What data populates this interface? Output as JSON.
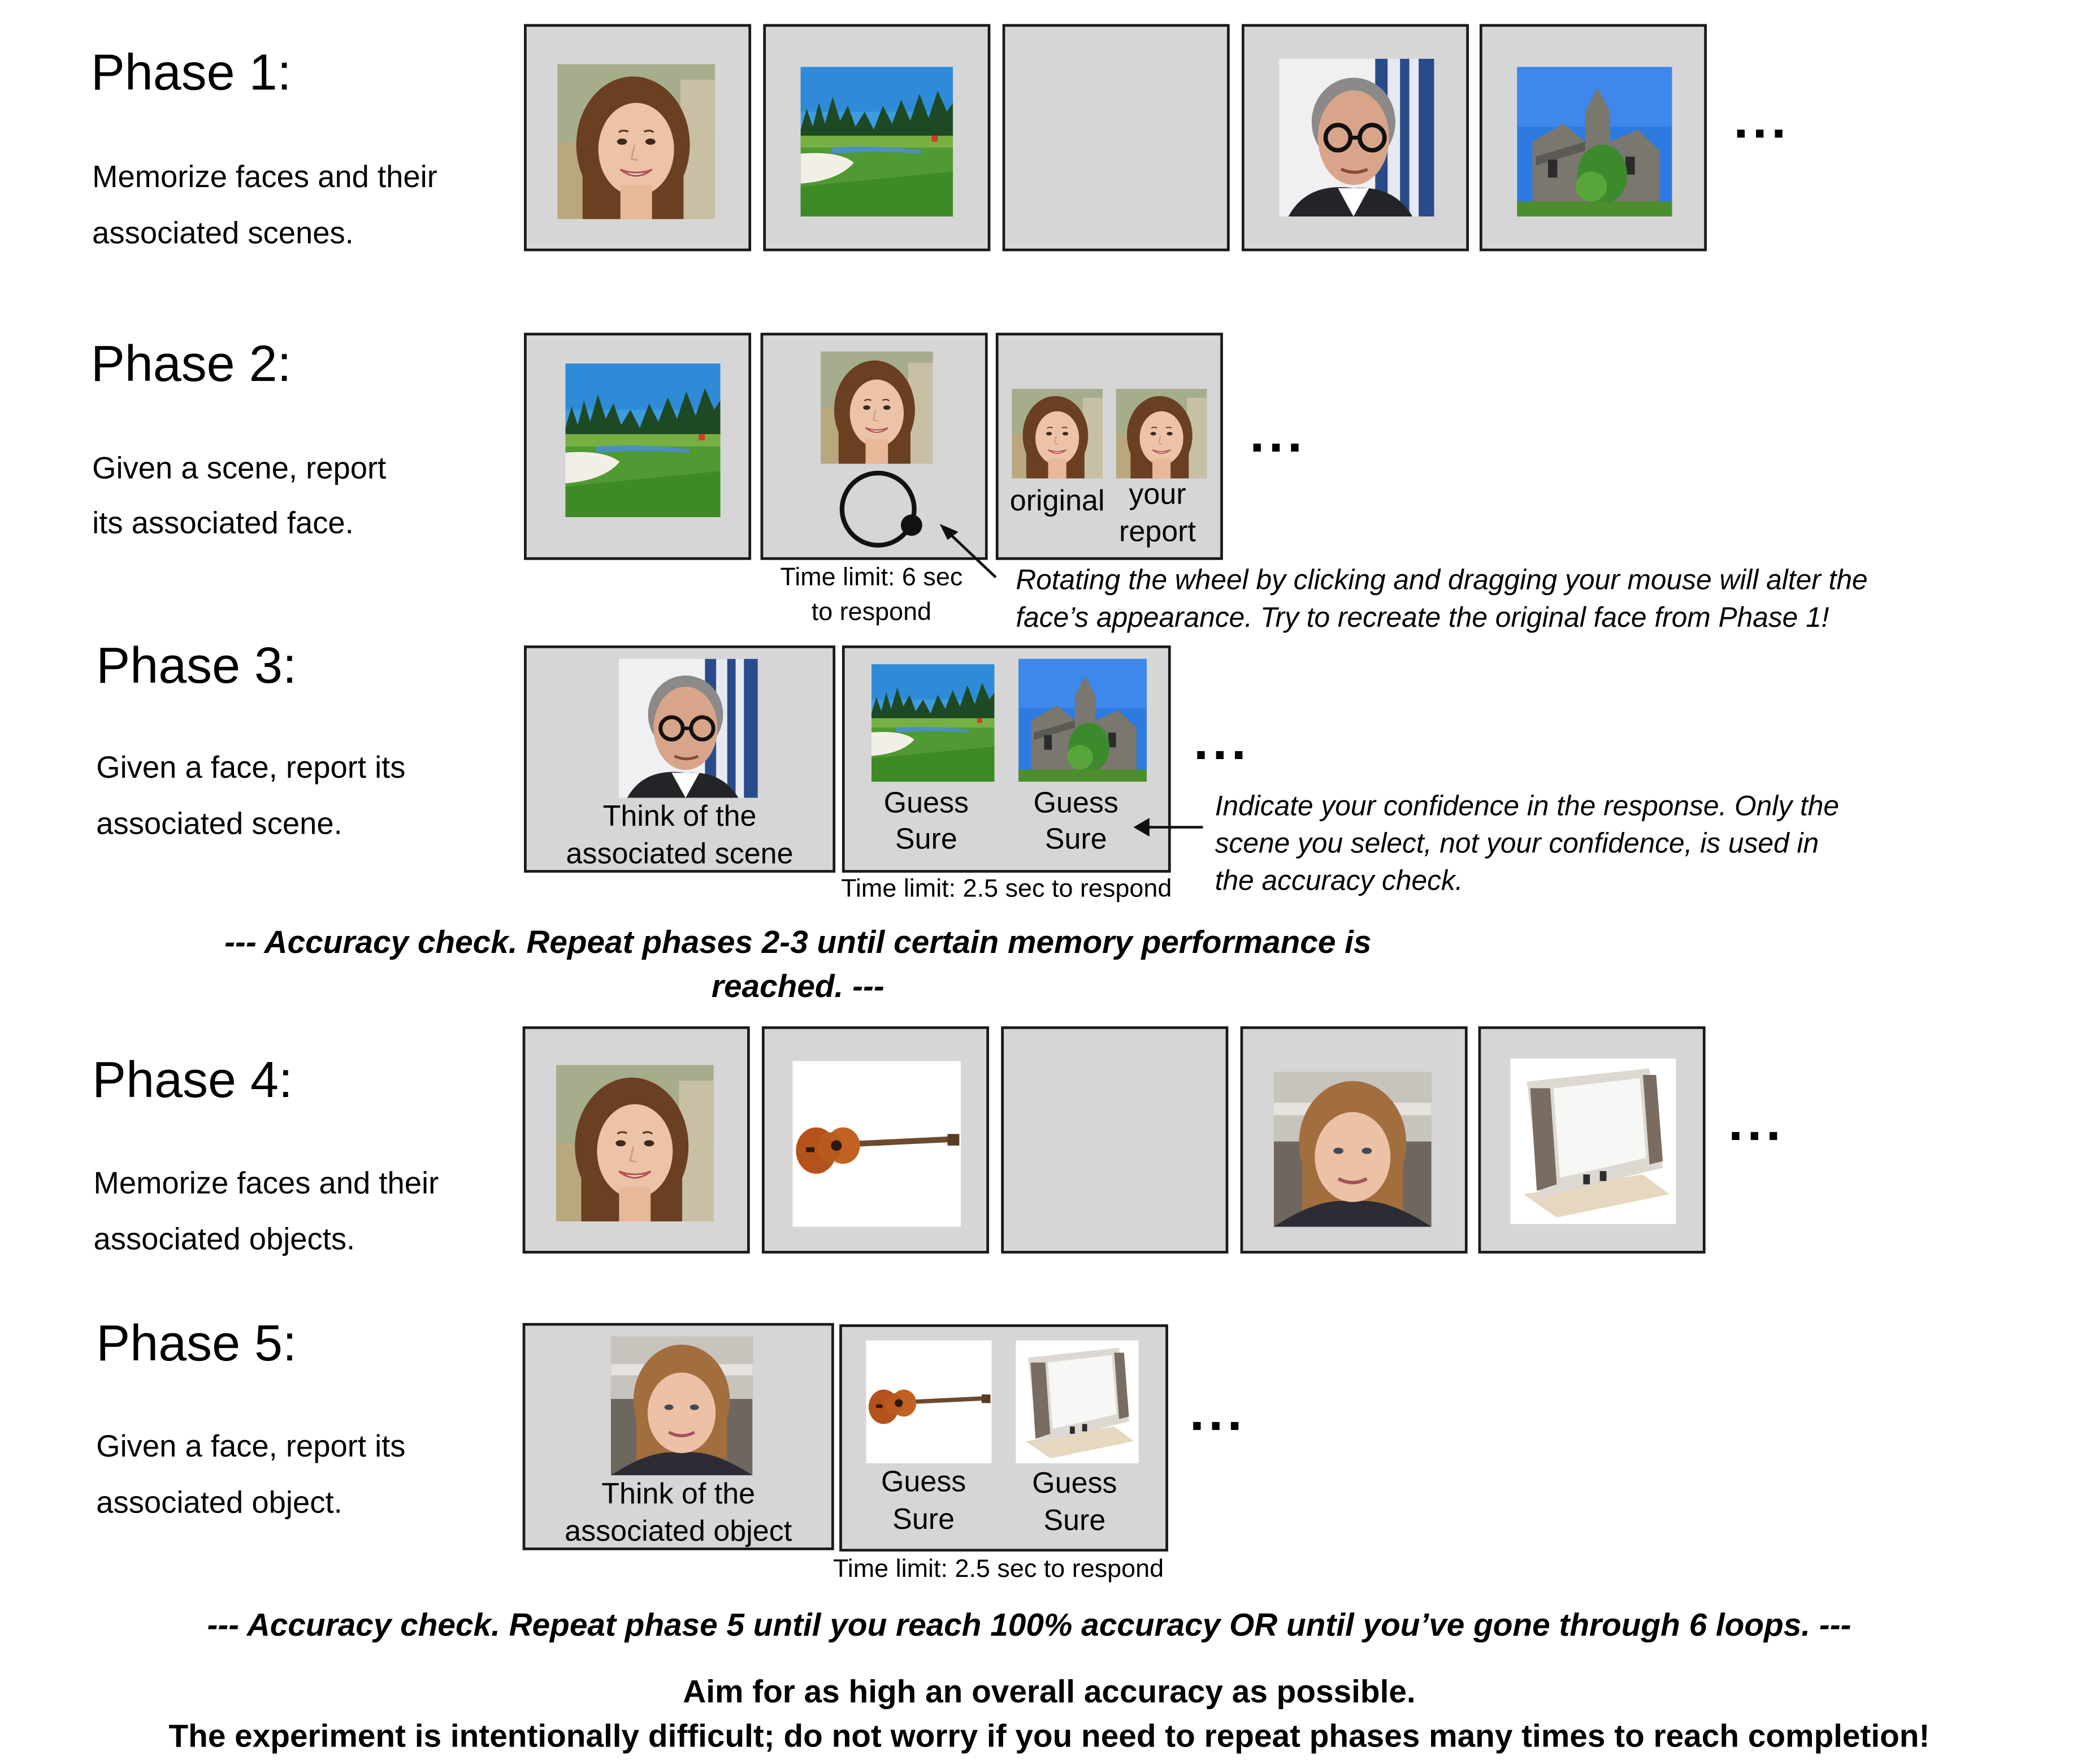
{
  "phase1": {
    "title": "Phase 1:",
    "desc_line1": "Memorize faces and their",
    "desc_line2": "associated scenes."
  },
  "phase2": {
    "title": "Phase 2:",
    "desc_line1": "Given a scene, report",
    "desc_line2": "its associated face.",
    "label_original": "original",
    "label_your": "your",
    "label_report": "report",
    "time_line1": "Time limit: 6 sec",
    "time_line2": "to respond",
    "note_line1": "Rotating the wheel by clicking and dragging your mouse will alter the",
    "note_line2": "face’s appearance. Try to recreate the original face from Phase 1!"
  },
  "phase3": {
    "title": "Phase 3:",
    "desc_line1": "Given a face, report its",
    "desc_line2": "associated scene.",
    "prompt_line1": "Think of the",
    "prompt_line2": "associated scene",
    "guess": "Guess",
    "sure": "Sure",
    "time": "Time limit: 2.5 sec to respond",
    "note_line1": "Indicate your confidence in the response. Only the",
    "note_line2": "scene you select, not your confidence, is used in",
    "note_line3": "the accuracy check."
  },
  "check1": {
    "line1": "--- Accuracy check. Repeat phases 2-3 until certain memory performance is",
    "line2": "reached. ---"
  },
  "phase4": {
    "title": "Phase 4:",
    "desc_line1": "Memorize faces and their",
    "desc_line2": "associated objects."
  },
  "phase5": {
    "title": "Phase 5:",
    "desc_line1": "Given a face, report its",
    "desc_line2": "associated object.",
    "prompt_line1": "Think of the",
    "prompt_line2": "associated object",
    "guess": "Guess",
    "sure": "Sure",
    "time": "Time limit: 2.5 sec to respond"
  },
  "check2": "--- Accuracy check. Repeat phase 5 until you reach 100% accuracy OR until you’ve gone through 6 loops. ---",
  "footer": {
    "line1": "Aim for as high an overall accuracy as possible.",
    "line2": "The experiment is intentionally difficult; do not worry if you need to repeat phases many times to reach completion!"
  },
  "ellipsis": "...",
  "colors": {
    "frame_fill": "#d6d6d6",
    "frame_border": "#1a1a1a",
    "text": "#000000"
  }
}
